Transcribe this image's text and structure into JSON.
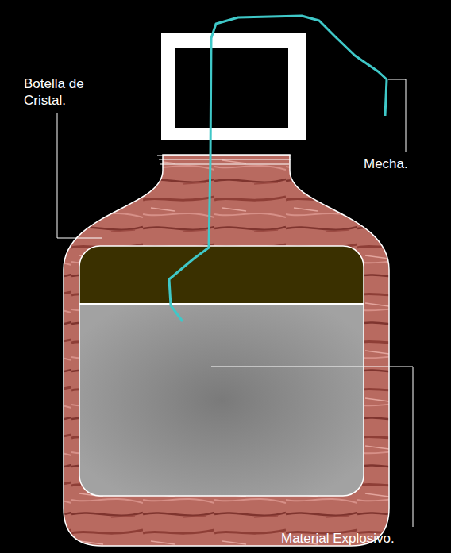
{
  "diagram": {
    "labels": [
      "Botella de Cristal.",
      "Mecha.",
      "Material Explosivo."
    ]
  }
}
